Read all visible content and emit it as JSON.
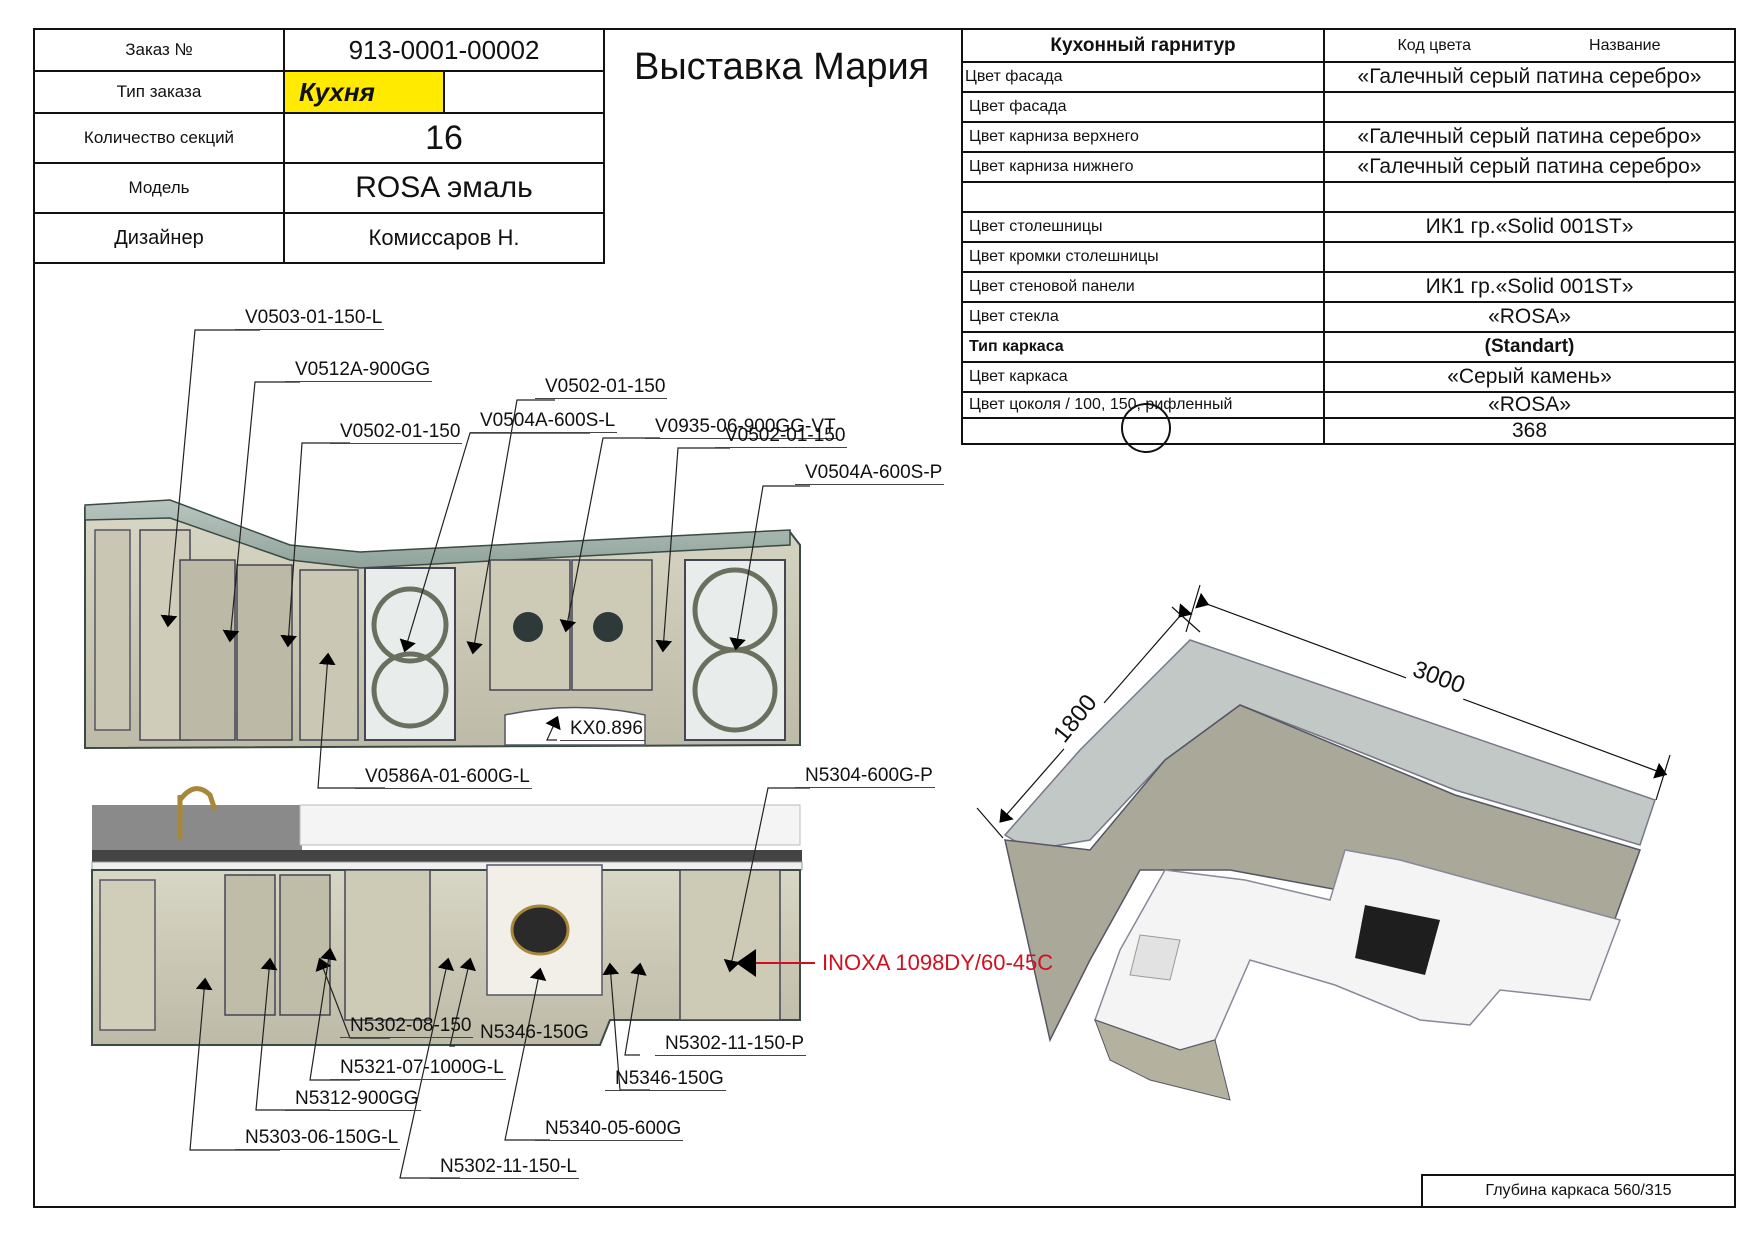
{
  "order_info": {
    "rows": [
      {
        "label": "Заказ №",
        "value": "913-0001-00002"
      },
      {
        "label": "Тип заказа",
        "value": "Кухня"
      },
      {
        "label": "Количество секций",
        "value": "16"
      },
      {
        "label": "Модель",
        "value": "ROSA эмаль"
      },
      {
        "label": "Дизайнер",
        "value": "Комиссаров Н."
      }
    ],
    "highlight_color": "#ffea00"
  },
  "title": "Выставка Мария",
  "spec_table": {
    "header": {
      "section": "Кухонный гарнитур",
      "col_code": "Код цвета",
      "col_name": "Название"
    },
    "rows": [
      {
        "label": "Цвет фасада",
        "value": "«Галечный серый патина серебро»"
      },
      {
        "label": "Цвет фасада",
        "value": ""
      },
      {
        "label": "Цвет карниза верхнего",
        "value": "«Галечный серый патина серебро»"
      },
      {
        "label": "Цвет карниза нижнего",
        "value": "«Галечный серый патина серебро»"
      },
      {
        "label": "",
        "value": ""
      },
      {
        "label": "Цвет столешницы",
        "value": "ИК1 гр.«Solid 001ST»"
      },
      {
        "label": "Цвет кромки столешницы",
        "value": ""
      },
      {
        "label": "Цвет стеновой панели",
        "value": "ИК1 гр.«Solid 001ST»"
      },
      {
        "label": "Цвет стекла",
        "value": "«ROSA»"
      },
      {
        "label": "Тип каркаса",
        "value": "(Standart)"
      },
      {
        "label": "Цвет каркаса",
        "value": "«Серый камень»"
      },
      {
        "label": "Цвет цоколя / 100, 150, рифленный",
        "value": "«ROSA»"
      },
      {
        "label": "",
        "value": "368"
      }
    ],
    "circled_value": "150"
  },
  "upper_labels": [
    "V0503-01-150-L",
    "V0512A-900GG",
    "V0502-01-150",
    "V0504A-600S-L",
    "V0502-01-150",
    "V0935-06-900GG-VT",
    "V0502-01-150",
    "V0504A-600S-P",
    "KX0.896",
    "V0586A-01-600G-L"
  ],
  "lower_labels": [
    "N5304-600G-P",
    "N5302-08-150",
    "N5346-150G",
    "N5302-11-150-P",
    "N5321-07-1000G-L",
    "N5346-150G",
    "N5312-900GG",
    "N5340-05-600G",
    "N5303-06-150G-L",
    "N5302-11-150-L"
  ],
  "appliance_label": "INOXA 1098DY/60-45C",
  "appliance_color": "#d01020",
  "dimensions": {
    "width": "3000",
    "depth": "1800"
  },
  "footer": "Глубина каркаса 560/315"
}
